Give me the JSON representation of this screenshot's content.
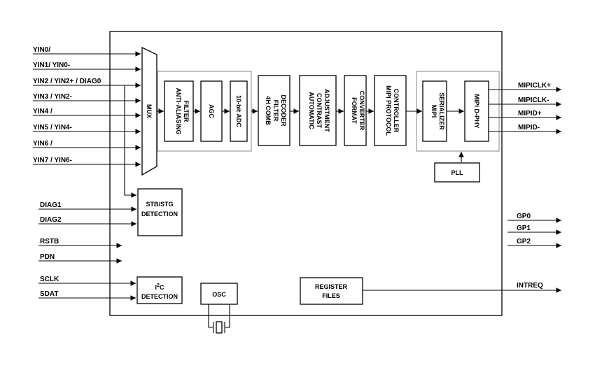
{
  "inputs": {
    "yin0": "YIN0/",
    "yin1": "YIN1/ YIN0-",
    "yin2": "YIN2 / YIN2+ / DIAG0",
    "yin3": "YIN3 / YIN2-",
    "yin4": "YIN4 /",
    "yin5": "YIN5 / YIN4-",
    "yin6": "YIN6 /",
    "yin7": "YIN7 / YIN6-",
    "diag1": "DIAG1",
    "diag2": "DIAG2",
    "rstb": "RSTB",
    "pdn": "PDN",
    "sclk": "SCLK",
    "sdat": "SDAT"
  },
  "outputs": {
    "mipiclk_p": "MIPICLK+",
    "mipiclk_n": "MIPICLK-",
    "mipid_p": "MIPID+",
    "mipid_n": "MIPID-",
    "gp0": "GP0",
    "gp1": "GP1",
    "gp2": "GP2",
    "intreq": "INTREQ"
  },
  "blocks": {
    "mux": "MUX",
    "anti_aliasing": [
      "ANTI-ALIASING",
      "FILTER"
    ],
    "agc": "AGC",
    "adc": "10-bit ADC",
    "comb_filter": [
      "4H COMB",
      "FILTER",
      "DECODER"
    ],
    "contrast": [
      "AUTOMATIC",
      "CONTRAST",
      "ADJUSTMENT"
    ],
    "format": [
      "FORMAT",
      "CONVERTER"
    ],
    "mipi_protocol": [
      "MIPI PROTOCOL",
      "CONTROLLER"
    ],
    "mipi_serializer": [
      "MIPI",
      "SERIALIZER"
    ],
    "mipi_dphy": "MIPI D-PHY",
    "pll": "PLL",
    "stb_stg": [
      "STB/STG",
      "DETECTION"
    ],
    "i2c_i": "I",
    "i2c_sup": "2",
    "i2c_c": "C",
    "i2c_detection": "DETECTION",
    "osc": "OSC",
    "register": [
      "REGISTER",
      "FILES"
    ]
  }
}
